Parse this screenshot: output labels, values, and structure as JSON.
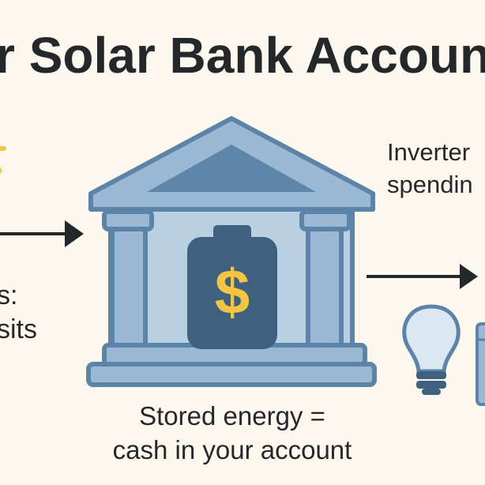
{
  "title": "r Solar Bank Accoun",
  "left_label": {
    "line1": "s:",
    "line2": "sits"
  },
  "right_label": {
    "line1": "Inverter",
    "line2": "spendin"
  },
  "bottom_label": {
    "line1": "Stored energy =",
    "line2": "cash in your account"
  },
  "battery_symbol": "$",
  "colors": {
    "background": "#fdf8ee",
    "building_fill": "#9bb8d4",
    "building_stroke": "#5b84a8",
    "battery": "#3f6180",
    "dollar": "#f5c542",
    "text": "#25282b"
  },
  "icons": [
    "sun-icon",
    "bank-building-icon",
    "battery-icon",
    "lightbulb-icon",
    "appliance-icon",
    "arrow-icon"
  ]
}
